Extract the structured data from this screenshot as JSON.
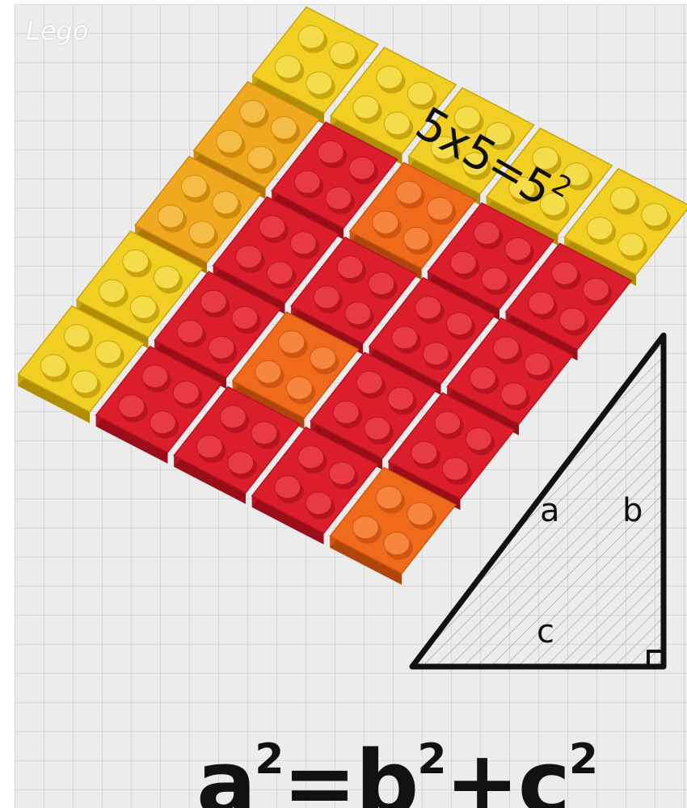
{
  "watermark": "Lego",
  "top_formula": {
    "base": "5x5=5",
    "exponent": "2"
  },
  "triangle": {
    "label_a": "a",
    "label_b": "b",
    "label_c": "c"
  },
  "bottom_formula": {
    "a": "a",
    "a_exp": "2",
    "eq": "=",
    "b": "b",
    "b_exp": "2",
    "plus": "+",
    "c": "c",
    "c_exp": "2"
  },
  "colors": {
    "yellow": "#f0cf22",
    "amber": "#f0a91f",
    "red": "#dc1e2c",
    "orange": "#f06a1c"
  },
  "brick_grid": {
    "rows": 5,
    "cols": 5,
    "pattern": [
      [
        "yellow",
        "yellow",
        "yellow",
        "yellow",
        "yellow"
      ],
      [
        "amber",
        "red",
        "orange",
        "red",
        "red"
      ],
      [
        "amber",
        "red",
        "red",
        "red",
        "red"
      ],
      [
        "yellow",
        "red",
        "orange",
        "red",
        "red"
      ],
      [
        "yellow",
        "red",
        "red",
        "red",
        "orange"
      ]
    ]
  }
}
